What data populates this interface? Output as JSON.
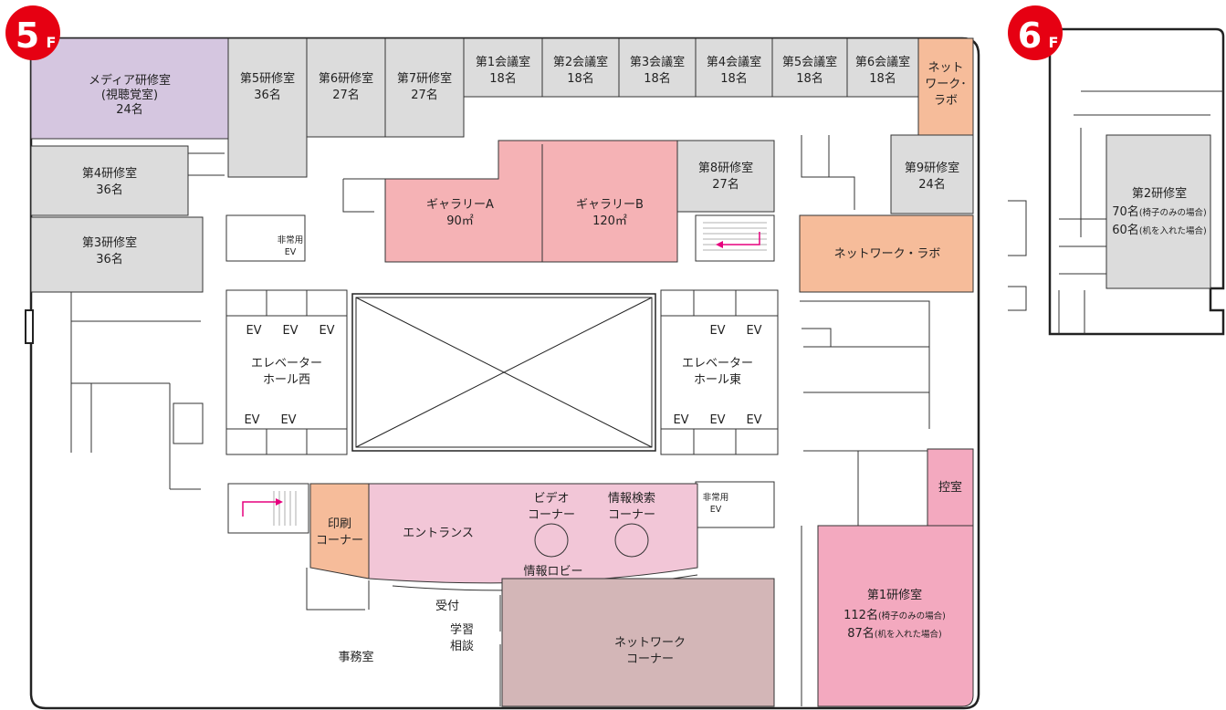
{
  "floors": {
    "f5": {
      "badge_num": "5",
      "badge_unit": "F",
      "rooms": {
        "media": {
          "name": "メディア研修室",
          "sub": "(視聴覚室)",
          "cap": "24名"
        },
        "r5": {
          "name": "第5研修室",
          "cap": "36名"
        },
        "r6": {
          "name": "第6研修室",
          "cap": "27名"
        },
        "r7": {
          "name": "第7研修室",
          "cap": "27名"
        },
        "m1": {
          "name": "第1会議室",
          "cap": "18名"
        },
        "m2": {
          "name": "第2会議室",
          "cap": "18名"
        },
        "m3": {
          "name": "第3会議室",
          "cap": "18名"
        },
        "m4": {
          "name": "第4会議室",
          "cap": "18名"
        },
        "m5": {
          "name": "第5会議室",
          "cap": "18名"
        },
        "m6": {
          "name": "第6会議室",
          "cap": "18名"
        },
        "netlab_small": {
          "l1": "ネット",
          "l2": "ワーク･",
          "l3": "ラボ"
        },
        "r4": {
          "name": "第4研修室",
          "cap": "36名"
        },
        "r3": {
          "name": "第3研修室",
          "cap": "36名"
        },
        "galA": {
          "name": "ギャラリーA",
          "size": "90㎡"
        },
        "galB": {
          "name": "ギャラリーB",
          "size": "120㎡"
        },
        "r8": {
          "name": "第8研修室",
          "cap": "27名"
        },
        "r9": {
          "name": "第9研修室",
          "cap": "24名"
        },
        "netlab": {
          "name": "ネットワーク・ラボ"
        },
        "emg_ev1": {
          "l1": "非常用",
          "l2": "EV"
        },
        "emg_ev2": {
          "l1": "非常用",
          "l2": "EV"
        },
        "ev_label": "EV",
        "ev_hall_west": {
          "l1": "エレベーター",
          "l2": "ホール西"
        },
        "ev_hall_east": {
          "l1": "エレベーター",
          "l2": "ホール東"
        },
        "print": {
          "l1": "印刷",
          "l2": "コーナー"
        },
        "entrance": {
          "name": "エントランス"
        },
        "video": {
          "l1": "ビデオ",
          "l2": "コーナー"
        },
        "info_search": {
          "l1": "情報検索",
          "l2": "コーナー"
        },
        "info_lobby": {
          "name": "情報ロビー"
        },
        "reception": {
          "name": "受付"
        },
        "study": {
          "l1": "学習",
          "l2": "相談"
        },
        "office": {
          "name": "事務室"
        },
        "net_corner": {
          "l1": "ネットワーク",
          "l2": "コーナー"
        },
        "waiting": {
          "name": "控室"
        },
        "r1": {
          "name": "第1研修室",
          "cap1": "112名",
          "note1": "(椅子のみの場合)",
          "cap2": "87名",
          "note2": "(机を入れた場合)"
        }
      }
    },
    "f6": {
      "badge_num": "6",
      "badge_unit": "F",
      "r2": {
        "name": "第2研修室",
        "cap1": "70名",
        "note1": "(椅子のみの場合)",
        "cap2": "60名",
        "note2": "(机を入れた場合)"
      }
    }
  },
  "colors": {
    "badge": "#e60012",
    "lavender": "#d5c6e0",
    "gray": "#dcdcdc",
    "orange": "#f6bc9a",
    "salmon": "#f5b2b5",
    "pink_light": "#f2c6d7",
    "pink": "#f3a9bf",
    "taupe": "#d3b6b7",
    "arrow": "#e6007e"
  }
}
